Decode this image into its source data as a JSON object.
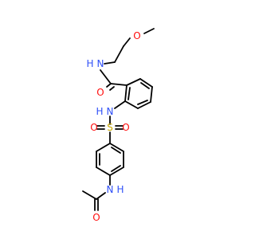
{
  "molecule": {
    "colors": {
      "bond": "#000000",
      "oxygen": "#ff0d0d",
      "nitrogen": "#3050f8",
      "sulfur": "#c8a800"
    },
    "atoms": {
      "o_methoxy": "O",
      "n_amide": "N",
      "h_amide": "H",
      "o_amide": "O",
      "n_sulfonamide": "N",
      "h_sulfonamide": "H",
      "s_sulfonyl": "S",
      "o_sulfonyl_left": "O",
      "o_sulfonyl_right": "O",
      "n_acetamide": "N",
      "h_acetamide": "H",
      "o_acetamide": "O"
    }
  }
}
